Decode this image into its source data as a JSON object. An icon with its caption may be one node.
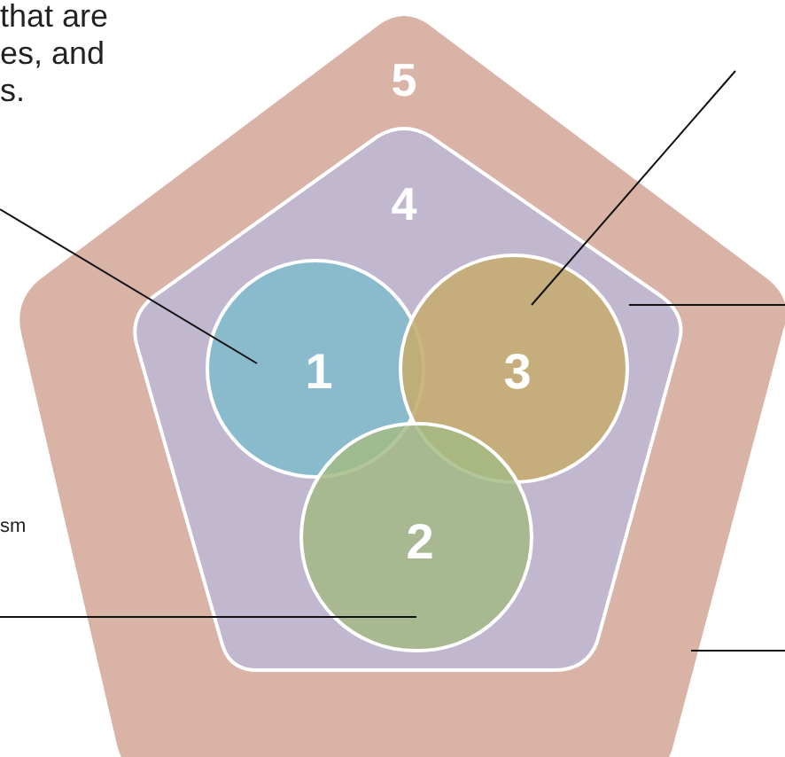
{
  "diagram": {
    "nodes": [
      {
        "text": [
          "5"
        ]
      },
      {
        "text": [
          "4"
        ],
        "in": 0
      },
      {
        "text": [
          "1"
        ],
        "in": 1
      },
      {
        "text": [
          "3"
        ],
        "in": 1
      },
      {
        "text": [
          "2"
        ],
        "in": 1
      }
    ],
    "edges": [
      {
        "from": null,
        "to": 2,
        "arrow": "none"
      },
      {
        "from": null,
        "to": 3,
        "arrow": "none"
      },
      {
        "from": null,
        "to": 1,
        "arrow": "none"
      },
      {
        "from": null,
        "to": 4,
        "arrow": "none"
      },
      {
        "from": null,
        "to": 0,
        "arrow": "none"
      }
    ],
    "labels": [
      "that are",
      "es, and",
      "s.",
      "sm"
    ]
  }
}
